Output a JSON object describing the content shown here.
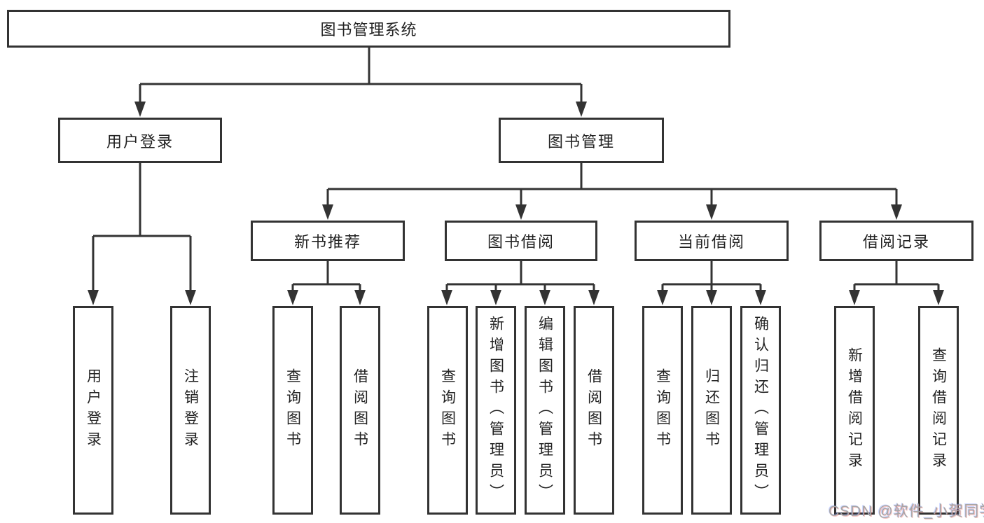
{
  "diagram_title": "图书管理系统",
  "tree": {
    "label": "图书管理系统",
    "children": [
      {
        "label": "用户登录",
        "children": [
          {
            "label": "用户登录"
          },
          {
            "label": "注销登录"
          }
        ]
      },
      {
        "label": "图书管理",
        "children": [
          {
            "label": "新书推荐",
            "children": [
              {
                "label": "查询图书"
              },
              {
                "label": "借阅图书"
              }
            ]
          },
          {
            "label": "图书借阅",
            "children": [
              {
                "label": "查询图书"
              },
              {
                "label": "新增图书（管理员）"
              },
              {
                "label": "编辑图书（管理员）"
              },
              {
                "label": "借阅图书"
              }
            ]
          },
          {
            "label": "当前借阅",
            "children": [
              {
                "label": "查询图书"
              },
              {
                "label": "归还图书"
              },
              {
                "label": "确认归还（管理员）"
              }
            ]
          },
          {
            "label": "借阅记录",
            "children": [
              {
                "label": "新增借阅记录"
              },
              {
                "label": "查询借阅记录"
              }
            ]
          }
        ]
      }
    ]
  },
  "watermark": {
    "text": "CSDN @软件_小贺同学"
  },
  "colors": {
    "line": "#333333",
    "text": "#222222",
    "watermark": "#a6a6a6",
    "background": "#ffffff"
  }
}
